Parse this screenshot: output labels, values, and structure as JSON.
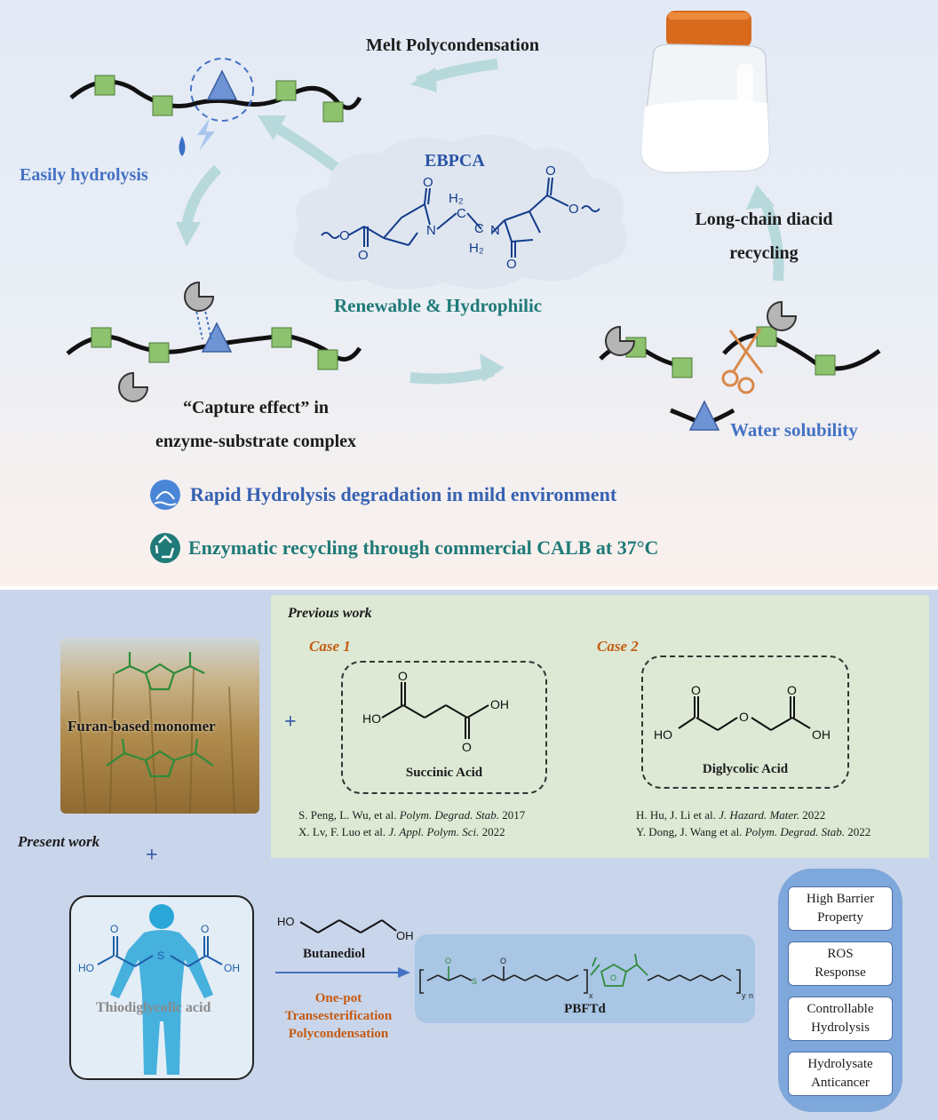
{
  "top": {
    "melt_polycondensation": "Melt Polycondensation",
    "easily_hydrolysis": "Easily hydrolysis",
    "ebpca_title": "EBPCA",
    "renewable": "Renewable & Hydrophilic",
    "long_chain_line1": "Long-chain diacid",
    "long_chain_line2": "recycling",
    "capture_line1": "“Capture effect” in",
    "capture_line2": "enzyme-substrate complex",
    "water_solubility": "Water solubility",
    "bullet1": "Rapid Hydrolysis  degradation in mild environment",
    "bullet2": "Enzymatic recycling through commercial CALB at 37°C",
    "chem_labels": {
      "o_top1": "O",
      "o_top2": "O",
      "o_mid": "O",
      "o_bot1": "O",
      "o_bot2": "O",
      "n1": "N",
      "n2": "N",
      "h2a": "H₂",
      "h2b": "H₂",
      "c1": "C",
      "c2": "C"
    }
  },
  "bottom": {
    "previous_work": "Previous work",
    "case1": "Case 1",
    "case2": "Case 2",
    "furan_label": "Furan-based monomer",
    "plus": "+",
    "succinic_acid": "Succinic Acid",
    "diglycolic_acid": "Diglycolic Acid",
    "ref1a_auth": "S. Peng, L. Wu, et al. ",
    "ref1a_jour": "Polym. Degrad. Stab.",
    "ref1a_year": " 2017",
    "ref1b_auth": "X. Lv, F. Luo et al. ",
    "ref1b_jour": "J. Appl. Polym. Sci.",
    "ref1b_year": " 2022",
    "ref2a_auth": "H. Hu, J. Li et al. ",
    "ref2a_jour": "J. Hazard. Mater.",
    "ref2a_year": " 2022",
    "ref2b_auth": "Y. Dong, J. Wang et al. ",
    "ref2b_jour": "Polym. Degrad. Stab.",
    "ref2b_year": " 2022",
    "present_work": "Present work",
    "thiodiglycolic": "Thiodiglycolic acid",
    "butanediol": "Butanediol",
    "onepot1": "One-pot",
    "onepot2": "Transesterification",
    "onepot3": "Polycondensation",
    "pbftd": "PBFTd",
    "properties": [
      {
        "line1": "High Barrier",
        "line2": "Property"
      },
      {
        "line1": "ROS",
        "line2": "Response"
      },
      {
        "line1": "Controllable",
        "line2": "Hydrolysis"
      },
      {
        "line1": "Hydrolysate",
        "line2": "Anticancer"
      }
    ],
    "mol_labels": {
      "ho": "HO",
      "oh": "OH",
      "o": "O",
      "s": "S",
      "x": "x",
      "y": "y",
      "n": "n"
    }
  },
  "colors": {
    "chain_square": "#8dc26f",
    "triangle": "#6f94d6",
    "furan_green": "#2e8b3a",
    "accent_blue": "#4472c4",
    "teal": "#1f7a78",
    "orange": "#c55a11"
  }
}
